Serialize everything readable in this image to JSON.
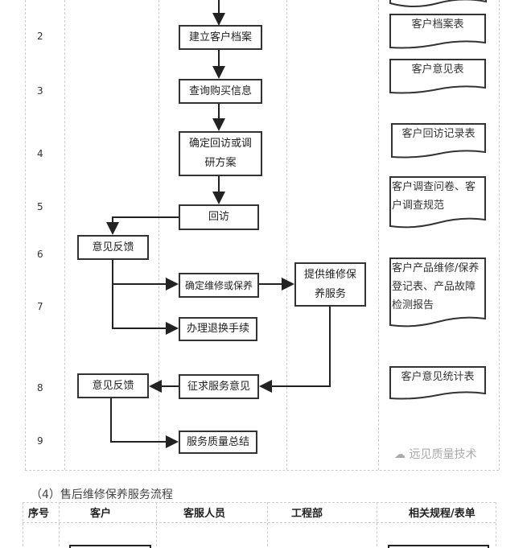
{
  "flow_rows": [
    "2",
    "3",
    "4",
    "5",
    "6",
    "7",
    "8",
    "9"
  ],
  "customer_boxes": {
    "feedback_1": "意见反馈",
    "feedback_2": "意见反馈"
  },
  "service_boxes": {
    "create_file": "建立客户档案",
    "query_purchase": "查询购买信息",
    "plan": "确定回访或调研方案",
    "visit": "回访",
    "confirm_repair": "确定维修或保养",
    "return_exchange": "办理退换手续",
    "solicit": "征求服务意见",
    "summary": "服务质量总结"
  },
  "engineering_boxes": {
    "provide_service": "提供维修保养服务"
  },
  "documents": [
    "客户档案表",
    "客户意见表",
    "客户回访记录表",
    "客户调查问卷、客户调查规范",
    "客户产品维修/保养登记表、产品故障检测报告",
    "客户意见统计表"
  ],
  "watermark": "远见质量技术",
  "section_title": "（4）售后维修保养服务流程",
  "table_headers": [
    "序号",
    "客户",
    "客服人员",
    "工程部",
    "相关规程/表单"
  ]
}
